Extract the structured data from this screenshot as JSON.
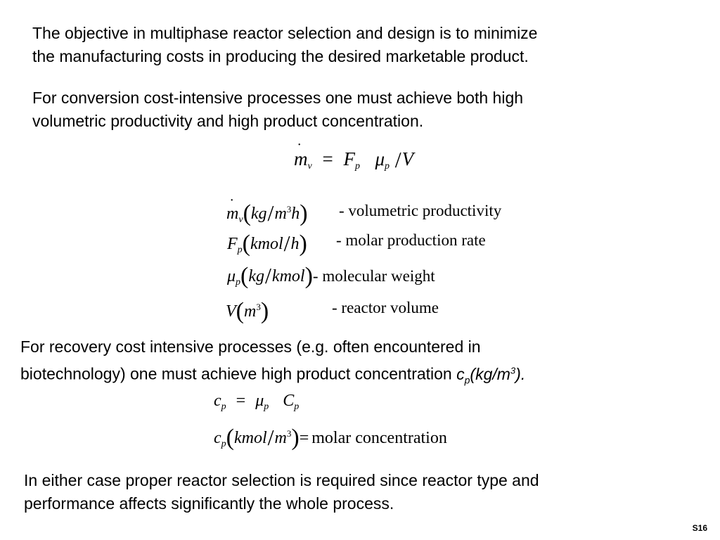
{
  "paragraphs": {
    "p1": {
      "line1": "The objective in multiphase reactor selection and design is to minimize",
      "line2": "the manufacturing costs in producing the desired marketable product."
    },
    "p2": {
      "line1": "For conversion cost-intensive processes one must achieve both high",
      "line2": "volumetric productivity and high product concentration."
    },
    "p3": {
      "line1": "For recovery cost intensive processes (e.g. often encountered in",
      "line2_text": "biotechnology) one must achieve high product concentration ",
      "line2_math": {
        "symbol": "c",
        "sub": "p",
        "unit_open": "(kg/m",
        "unit_sup": "3",
        "unit_close": ")."
      }
    },
    "p4": {
      "line1": "In either case proper reactor selection is required since reactor type and",
      "line2": "performance affects significantly the whole process."
    }
  },
  "equations": {
    "main": {
      "lhs": "m",
      "lhs_sub": "v",
      "eq": "=",
      "F": "F",
      "F_sub": "p",
      "mu": "μ",
      "mu_sub": "p",
      "div": "/",
      "V": "V"
    },
    "defs": [
      {
        "symbol": "m",
        "sub": "v",
        "unit_a": "kg",
        "unit_b": "m",
        "unit_b_sup": "3",
        "unit_c": "h",
        "desc": "- volumetric productivity"
      },
      {
        "symbol": "F",
        "sub": "p",
        "unit_a": "kmol",
        "unit_b": "h",
        "desc": "- molar production rate"
      },
      {
        "symbol": "μ",
        "sub": "p",
        "unit_a": "kg",
        "unit_b": "kmol",
        "desc": "- molecular weight"
      },
      {
        "symbol": "V",
        "unit_a": "m",
        "unit_a_sup": "3",
        "desc": "- reactor volume"
      }
    ],
    "concentration": {
      "c": "c",
      "c_sub": "p",
      "eq": "=",
      "mu": "μ",
      "mu_sub": "p",
      "C": "C",
      "C_sub": "p"
    },
    "molar": {
      "c": "c",
      "c_sub": "p",
      "unit_a": "kmol",
      "unit_b": "m",
      "unit_b_sup": "3",
      "eq": "=",
      "desc": "molar concentration"
    }
  },
  "footer": {
    "page_number": "S16"
  }
}
